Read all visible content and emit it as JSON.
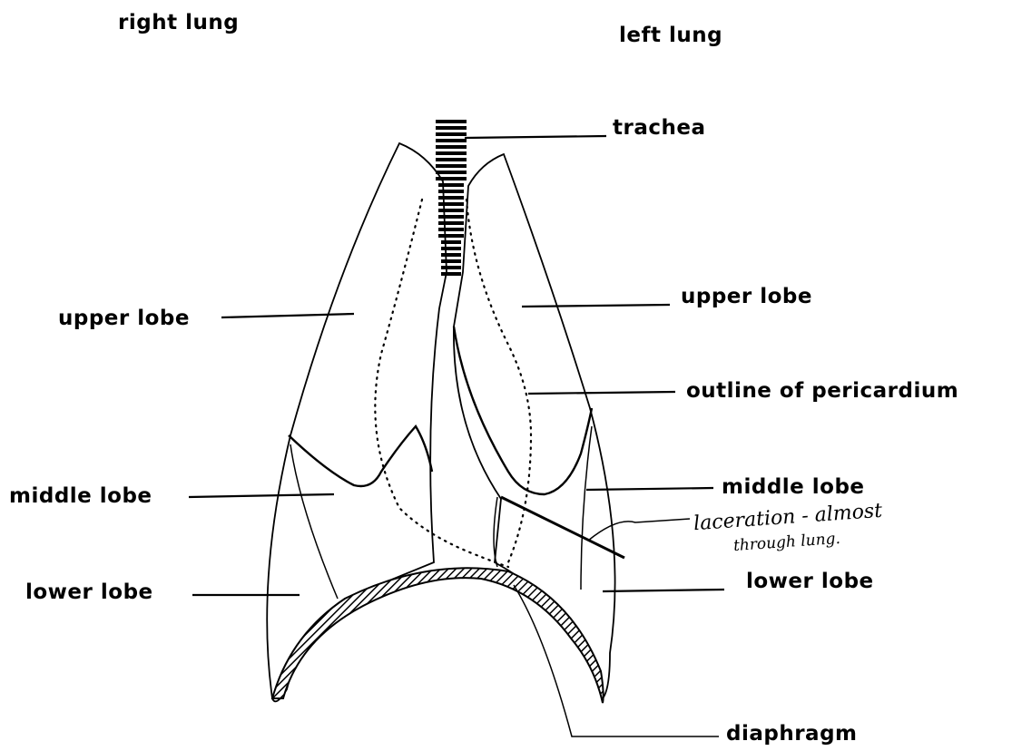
{
  "labels": {
    "right_lung": "right lung",
    "left_lung": "left lung",
    "trachea": "trachea",
    "right_upper_lobe": "upper lobe",
    "left_upper_lobe": "upper lobe",
    "outline_of_pericardium": "outline of pericardium",
    "right_middle_lobe": "middle lobe",
    "left_middle_lobe": "middle lobe",
    "right_lower_lobe": "lower lobe",
    "left_lower_lobe": "lower lobe",
    "diaphragm": "diaphragm"
  },
  "annotation": {
    "line1": "laceration - almost",
    "line2": "through lung."
  },
  "colors": {
    "ink": "#000000",
    "paper": "#ffffff"
  }
}
